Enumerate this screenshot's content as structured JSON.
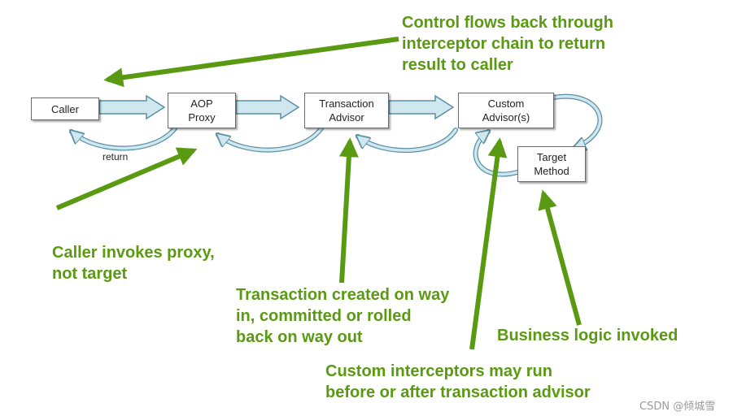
{
  "nodes": {
    "caller": "Caller",
    "aop_proxy": "AOP\nProxy",
    "transaction_advisor": "Transaction\nAdvisor",
    "custom_advisors": "Custom\nAdvisor(s)",
    "target_method": "Target\nMethod"
  },
  "return_label": "return",
  "annotations": {
    "control_flows": "Control flows back through\ninterceptor chain to return\nresult to caller",
    "caller_invokes": "Caller invokes proxy,\nnot target",
    "transaction_created": "Transaction created on way\nin, committed or rolled\nback on way out",
    "business_logic": "Business logic invoked",
    "custom_interceptors": "Custom interceptors may run\nbefore or after transaction advisor"
  },
  "watermark": "CSDN @倾城雪",
  "colors": {
    "annotation_green": "#5a9a12",
    "flow_arrow_fill": "#cfe8ef",
    "flow_arrow_stroke": "#5b8fa6"
  }
}
